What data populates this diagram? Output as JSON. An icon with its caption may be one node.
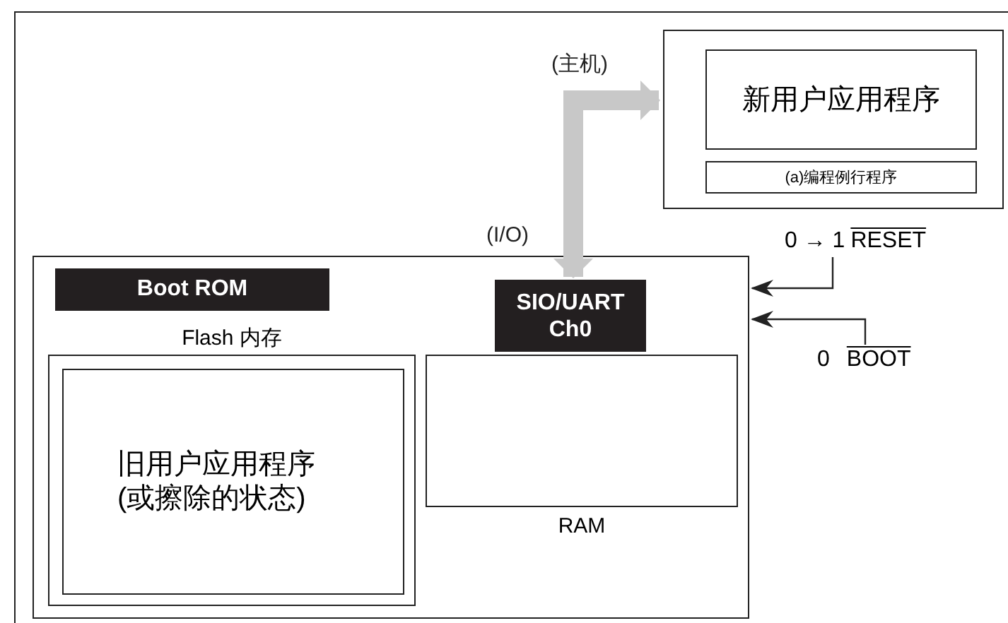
{
  "diagram": {
    "nodes": [
      {
        "text": [],
        "shape": "box",
        "beside": [
          "(主机)"
        ]
      },
      {
        "text": [
          "新用户应用程序"
        ],
        "in": 0
      },
      {
        "text": [
          "(a)编程例行程序"
        ],
        "in": 0
      },
      {
        "text": [],
        "shape": "box"
      },
      {
        "text": [
          "Boot ROM"
        ],
        "in": 3
      },
      {
        "text": [
          "SIO/UART Ch0"
        ],
        "in": 3,
        "beside": [
          "(I/O)"
        ]
      },
      {
        "text": [
          "Flash 内存"
        ],
        "in": 3
      },
      {
        "text": [
          "旧用户应用程序(或擦除的状态)"
        ],
        "in": 6
      },
      {
        "text": [
          "RAM"
        ],
        "in": 3
      },
      {
        "text": [
          "0 → 1",
          "RESET"
        ]
      },
      {
        "text": [
          "0",
          "BOOT"
        ]
      }
    ],
    "edges": [
      {
        "from": 5,
        "to": 0,
        "arrow": "both",
        "style": "thick",
        "color": "#c8c8c8"
      },
      {
        "from": 9,
        "to": 3,
        "arrow": "to"
      },
      {
        "from": 10,
        "to": 3,
        "arrow": "to"
      }
    ]
  }
}
